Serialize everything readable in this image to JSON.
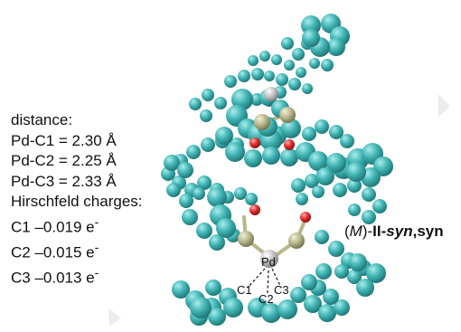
{
  "distances": {
    "heading": "distance:",
    "lines": [
      "Pd-C1 = 2.30 Å",
      "Pd-C2 = 2.25 Å",
      "Pd-C3 = 2.33 Å"
    ]
  },
  "charges": {
    "heading": "Hirschfeld charges:",
    "lines": [
      "C1 –0.019 e",
      "C2 –0.015 e",
      "C3 –0.013 e"
    ],
    "superscript": "-"
  },
  "structure_label": {
    "open": "(",
    "chirality": "M",
    "close": ")-",
    "roman": "II",
    "dash": "-",
    "syn": "syn",
    "comma": ",",
    "syn2": "syn"
  },
  "atom_labels": {
    "metal": "Pd",
    "carbons": [
      "C1",
      "C2",
      "C3"
    ]
  },
  "colors": {
    "carbon": "#3fb3b3",
    "oxygen": "#e02b2b",
    "phosphorus": "#b8b68a",
    "palladium": "#c4c4c4",
    "bond": "#b8b68a"
  }
}
